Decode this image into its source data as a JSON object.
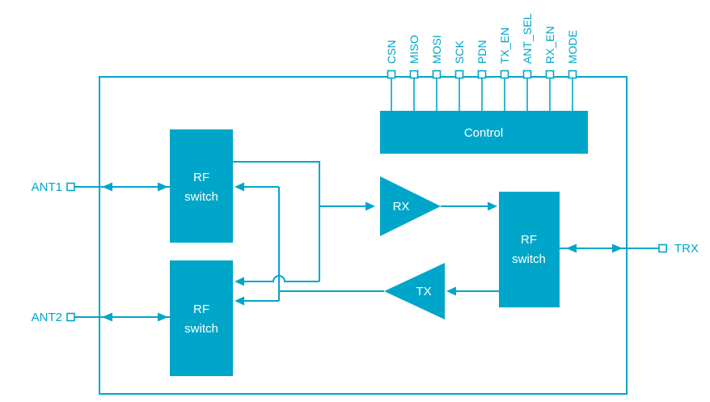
{
  "diagram": {
    "accent_color": "#00a6c9",
    "top_pins": [
      "CSN",
      "MISO",
      "MOSI",
      "SCK",
      "PDN",
      "TX_EN",
      "ANT_SEL",
      "RX_EN",
      "MODE"
    ],
    "control": {
      "label": "Control"
    },
    "rf_switches": [
      {
        "line1": "RF",
        "line2": "switch"
      },
      {
        "line1": "RF",
        "line2": "switch"
      },
      {
        "line1": "RF",
        "line2": "switch"
      }
    ],
    "amplifiers": {
      "rx": "RX",
      "tx": "TX"
    },
    "ports": {
      "ant1": "ANT1",
      "ant2": "ANT2",
      "trx": "TRX"
    }
  }
}
